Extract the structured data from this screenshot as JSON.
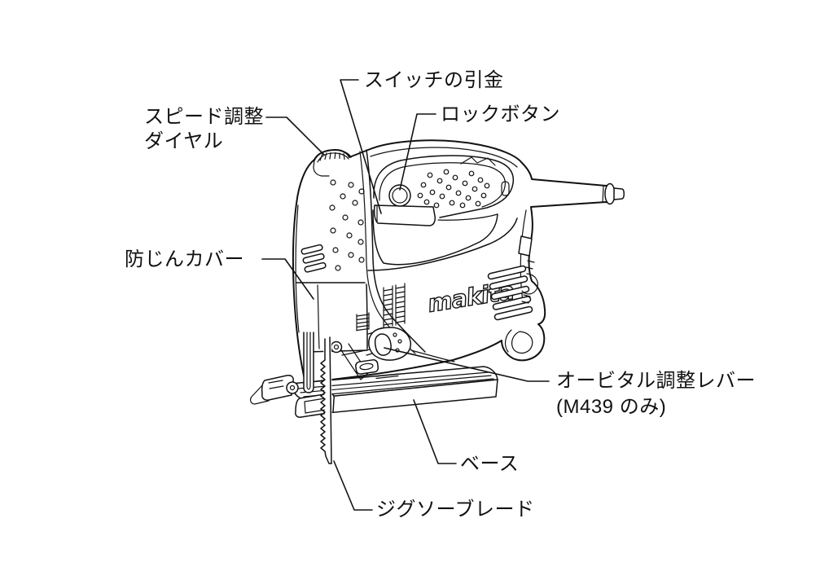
{
  "page": {
    "background": "#ffffff",
    "line_color": "#111111"
  },
  "illustration": {
    "subject": "jigsaw-parts-diagram",
    "brand_logo": "makita"
  },
  "labels": {
    "switch_trigger": "スイッチの引金",
    "lock_button": "ロックボタン",
    "speed_dial_line1": "スピード調整",
    "speed_dial_line2": "ダイヤル",
    "dust_cover": "防じんカバー",
    "orbital_lever_line1": "オービタル調整レバー",
    "orbital_lever_line2": "(M439 のみ)",
    "base": "ベース",
    "blade": "ジグソーブレード"
  }
}
